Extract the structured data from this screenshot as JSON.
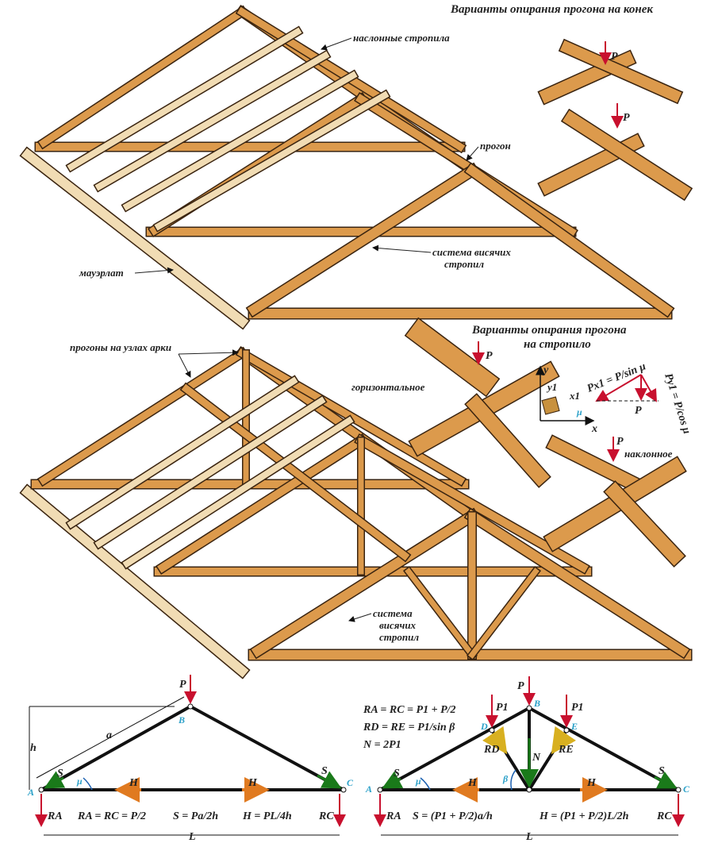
{
  "top_section": {
    "title": "Варианты опирания прогона на конек",
    "label_rafters": "наслонные стропила",
    "label_purlin": "прогон",
    "label_system": "система висячих",
    "label_system2": "стропил",
    "label_mauerlat": "мауэрлат",
    "load": "P"
  },
  "middle_section": {
    "label_purlins": "прогоны на узлах арки",
    "title_line1": "Варианты опирания прогона",
    "title_line2": "на стропило",
    "label_horizontal": "горизонтальное",
    "label_inclined": "наклонное",
    "label_system1": "система",
    "label_system2": "висячих",
    "label_system3": "стропил",
    "load": "P",
    "axis_x": "x",
    "axis_y": "y",
    "axis_x1": "x1",
    "axis_y1": "y1",
    "angle": "μ",
    "px1": "Px1 = P/sin μ",
    "py1": "Py1 = P/cos μ",
    "p_vec": "P"
  },
  "diagram_left": {
    "P": "P",
    "A": "A",
    "B": "B",
    "C": "C",
    "h": "h",
    "a": "a",
    "S1": "S",
    "S2": "S",
    "mu": "μ",
    "H1": "H",
    "H2": "H",
    "RA": "RA",
    "RC": "RC",
    "L": "L",
    "formula1": "RA = RC = P/2",
    "formula2": "S = Pa/2h",
    "formula3": "H = PL/4h"
  },
  "diagram_right": {
    "P": "P",
    "P1a": "P1",
    "P1b": "P1",
    "A": "A",
    "B": "B",
    "C": "C",
    "D": "D",
    "E": "E",
    "RD": "RD",
    "RE": "RE",
    "N": "N",
    "beta": "β",
    "mu": "μ",
    "S1": "S",
    "S2": "S",
    "H1": "H",
    "H2": "H",
    "RA": "RA",
    "RC": "RC",
    "L": "L",
    "formula1": "RA = RC = P1 + P/2",
    "formula2": "RD = RE = P1/sin β",
    "formula3": "N = 2P1",
    "formula4": "S = (P1 + P/2)a/h",
    "formula5": "H = (P1 + P/2)L/2h"
  },
  "colors": {
    "wood": "#dc9a4c",
    "wood_light": "#f1dcb4",
    "outline": "#3a2410",
    "force": "#c8102e",
    "green": "#1a7a1a",
    "orange": "#e07a20",
    "point": "#2aa0c8"
  }
}
